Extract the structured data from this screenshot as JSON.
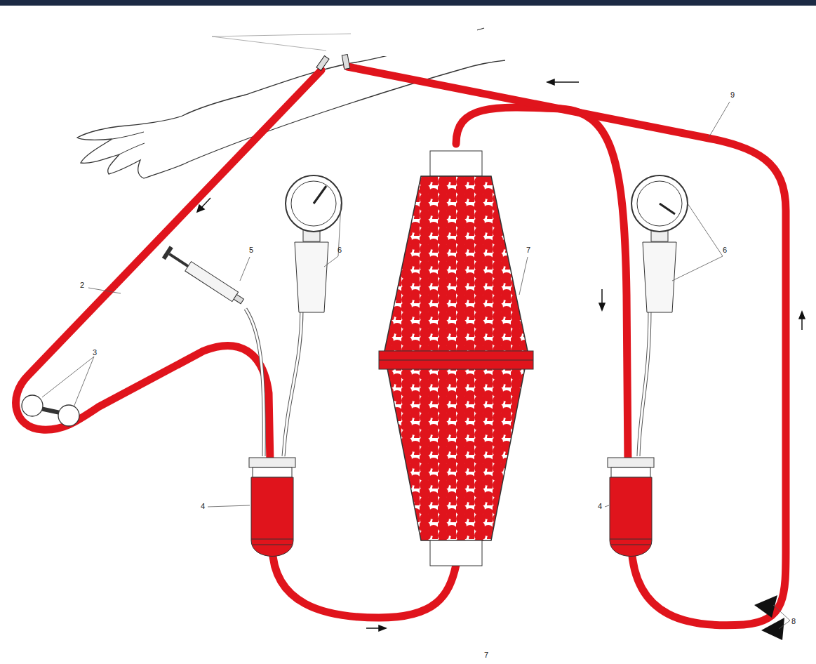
{
  "diagram": {
    "labels": [
      "9",
      "2",
      "5",
      "6",
      "7",
      "6",
      "3",
      "4",
      "4",
      "8",
      "7"
    ]
  }
}
